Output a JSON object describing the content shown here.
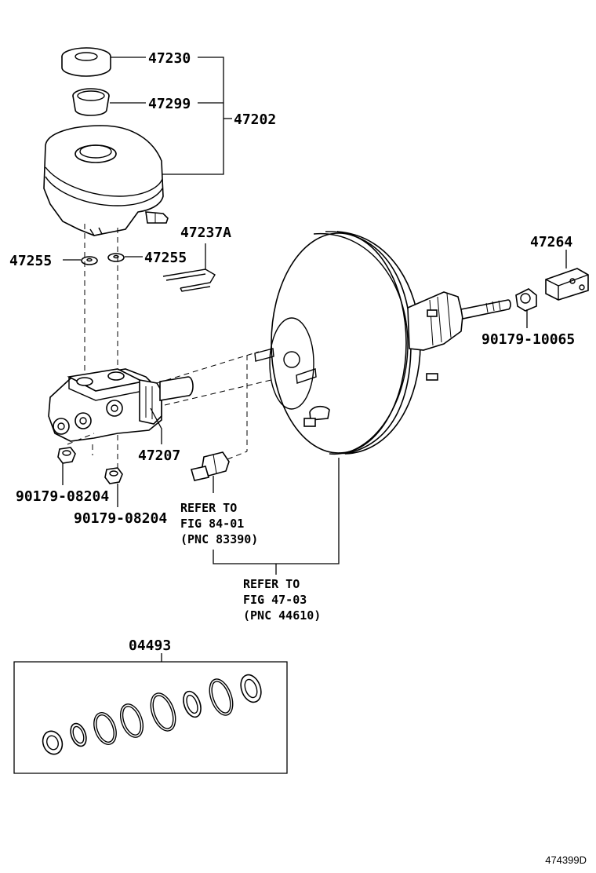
{
  "labels": {
    "p47230": "47230",
    "p47299": "47299",
    "p47202": "47202",
    "p47237A": "47237A",
    "p47255_left": "47255",
    "p47255_right": "47255",
    "p47264": "47264",
    "p90179_10065": "90179-10065",
    "p47207": "47207",
    "p90179_08204_a": "90179-08204",
    "p90179_08204_b": "90179-08204",
    "p04493": "04493"
  },
  "notes": {
    "switch_ref": [
      "REFER TO",
      "FIG 84-01",
      "(PNC 83390)"
    ],
    "booster_ref": [
      "REFER TO",
      "FIG 47-03",
      "(PNC 44610)"
    ]
  },
  "figure_code": "474399D"
}
